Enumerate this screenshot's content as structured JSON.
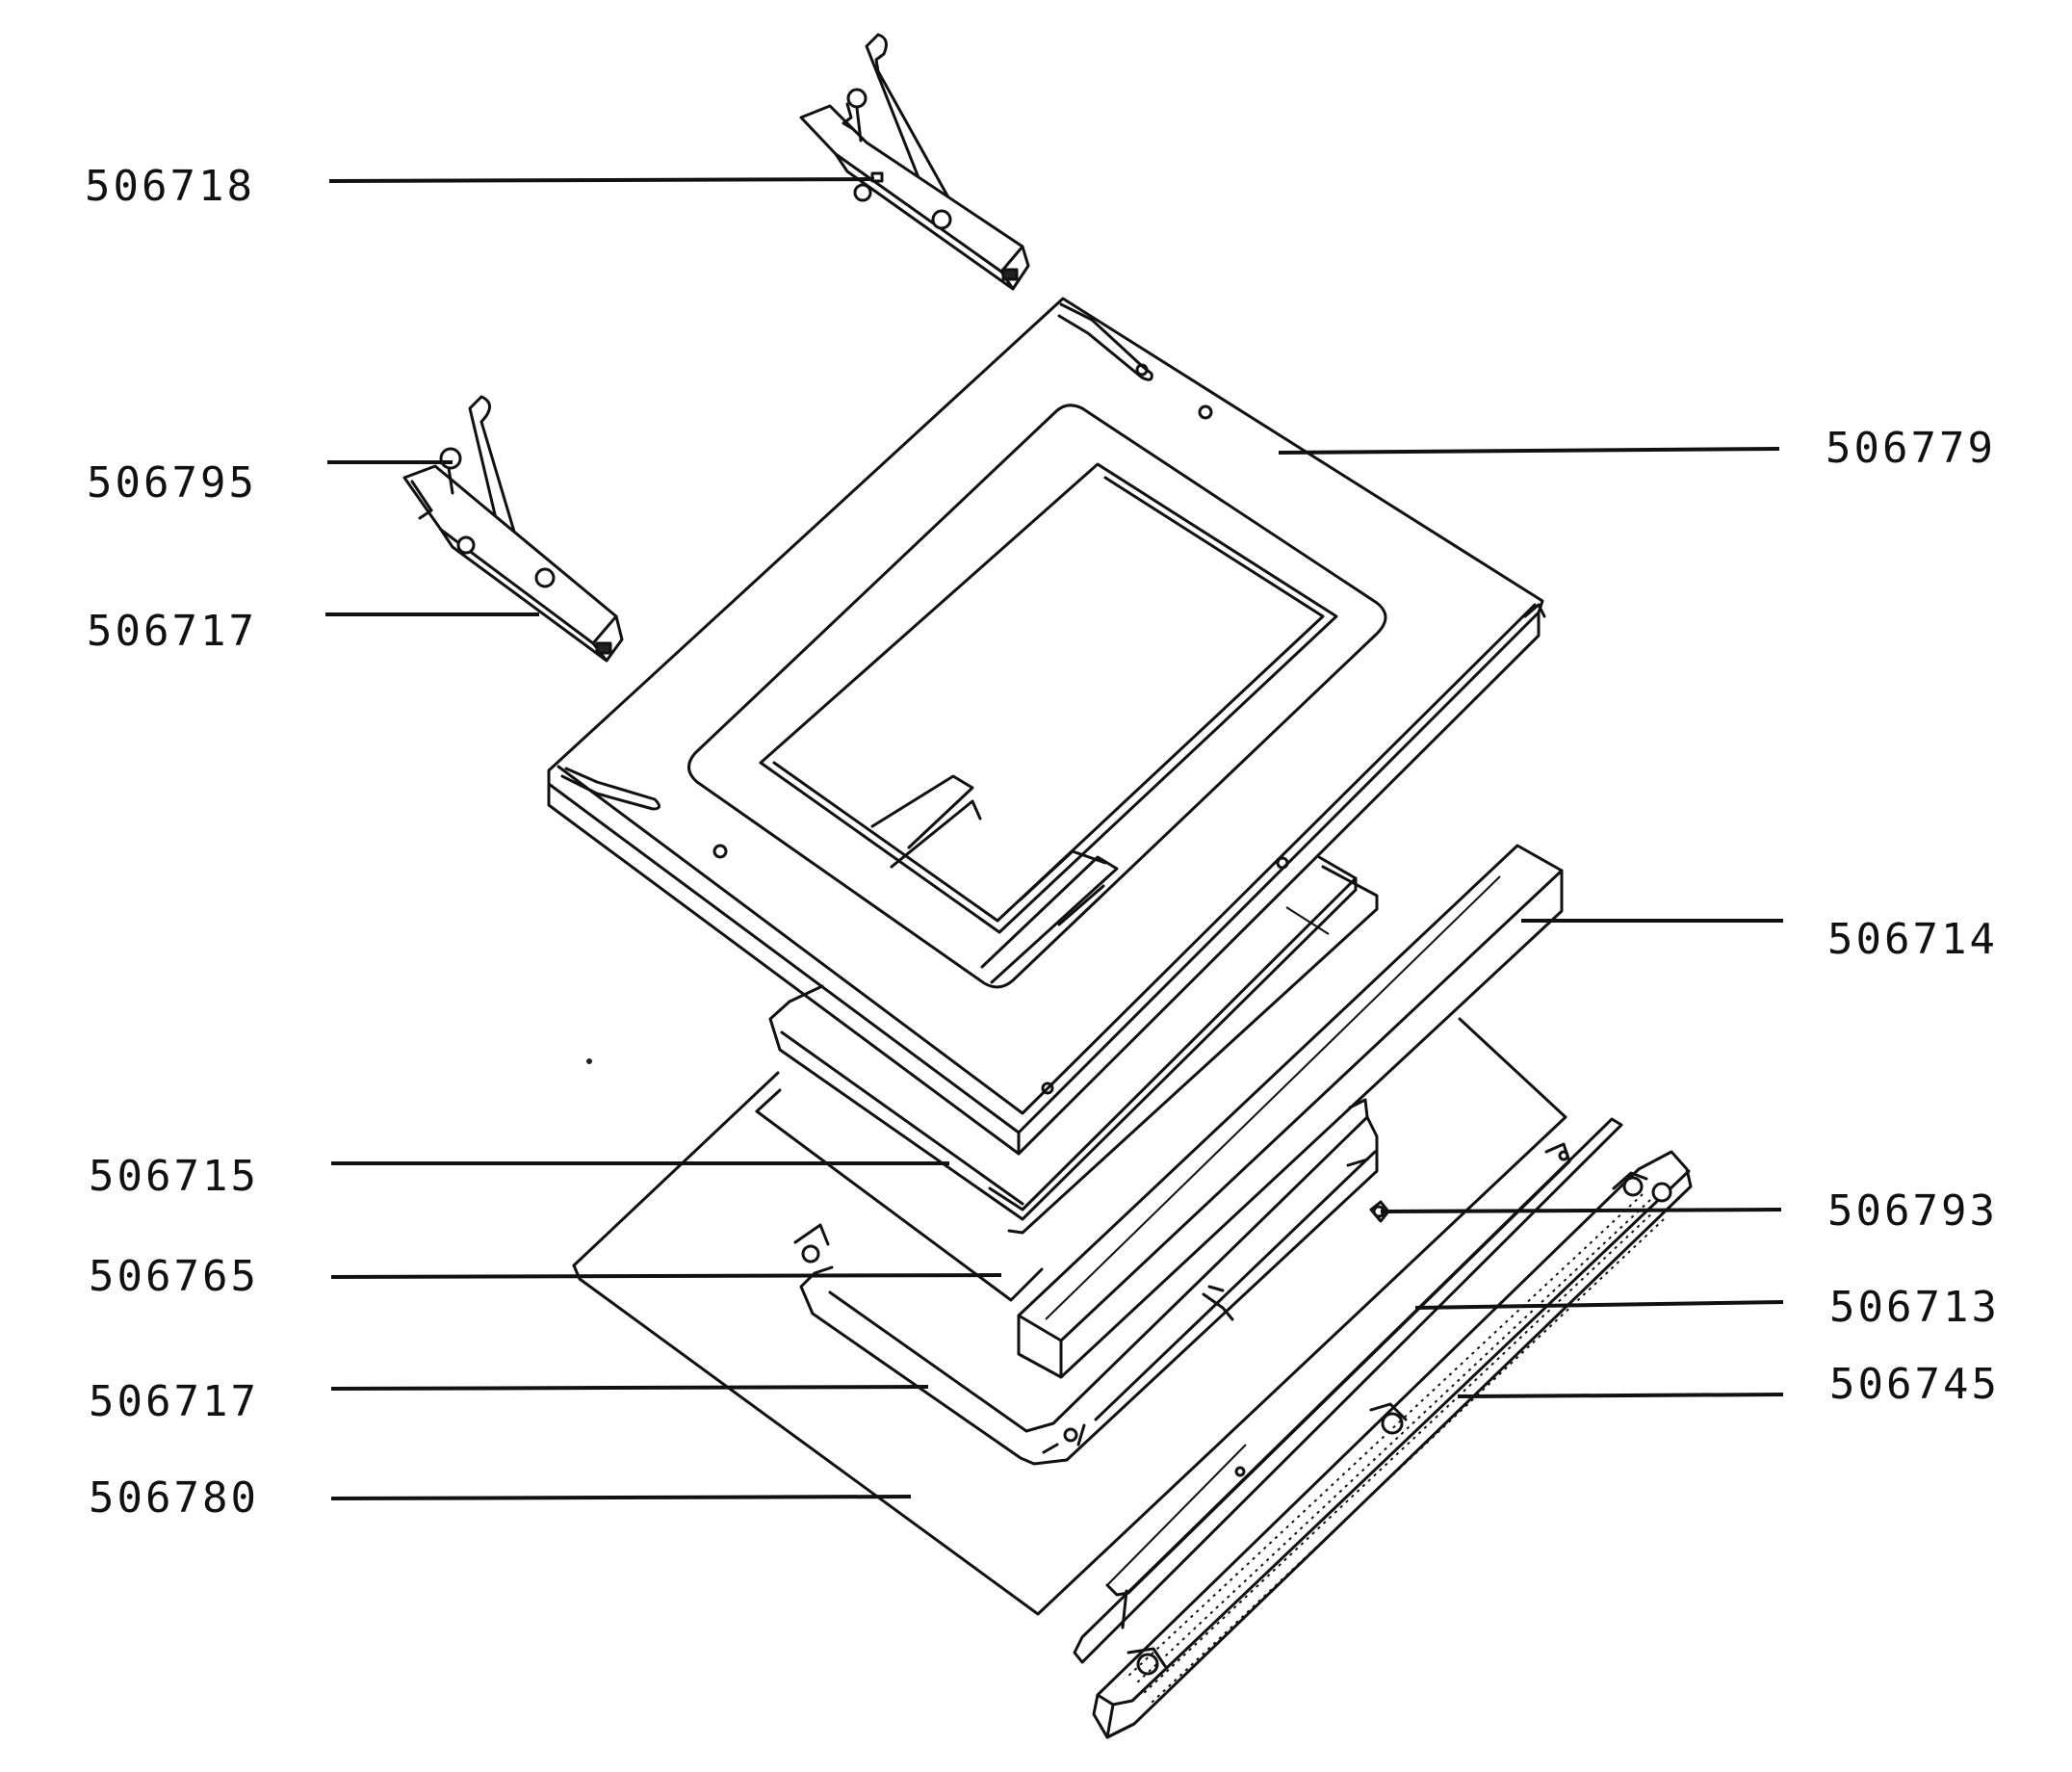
{
  "diagram": {
    "callouts": [
      {
        "id": "hinge-upper-right",
        "label": "506718"
      },
      {
        "id": "hinge-screw",
        "label": "506795"
      },
      {
        "id": "hinge-upper-left",
        "label": "506717"
      },
      {
        "id": "door-inner-panel",
        "label": "506779"
      },
      {
        "id": "glass-spacer",
        "label": "506714"
      },
      {
        "id": "inner-glass-seal",
        "label": "506715"
      },
      {
        "id": "inner-glass",
        "label": "506765"
      },
      {
        "id": "glass-frame",
        "label": "506717"
      },
      {
        "id": "outer-glass",
        "label": "506780"
      },
      {
        "id": "clip",
        "label": "506793"
      },
      {
        "id": "handle-rail",
        "label": "506713"
      },
      {
        "id": "vent-grille",
        "label": "506745"
      }
    ]
  }
}
